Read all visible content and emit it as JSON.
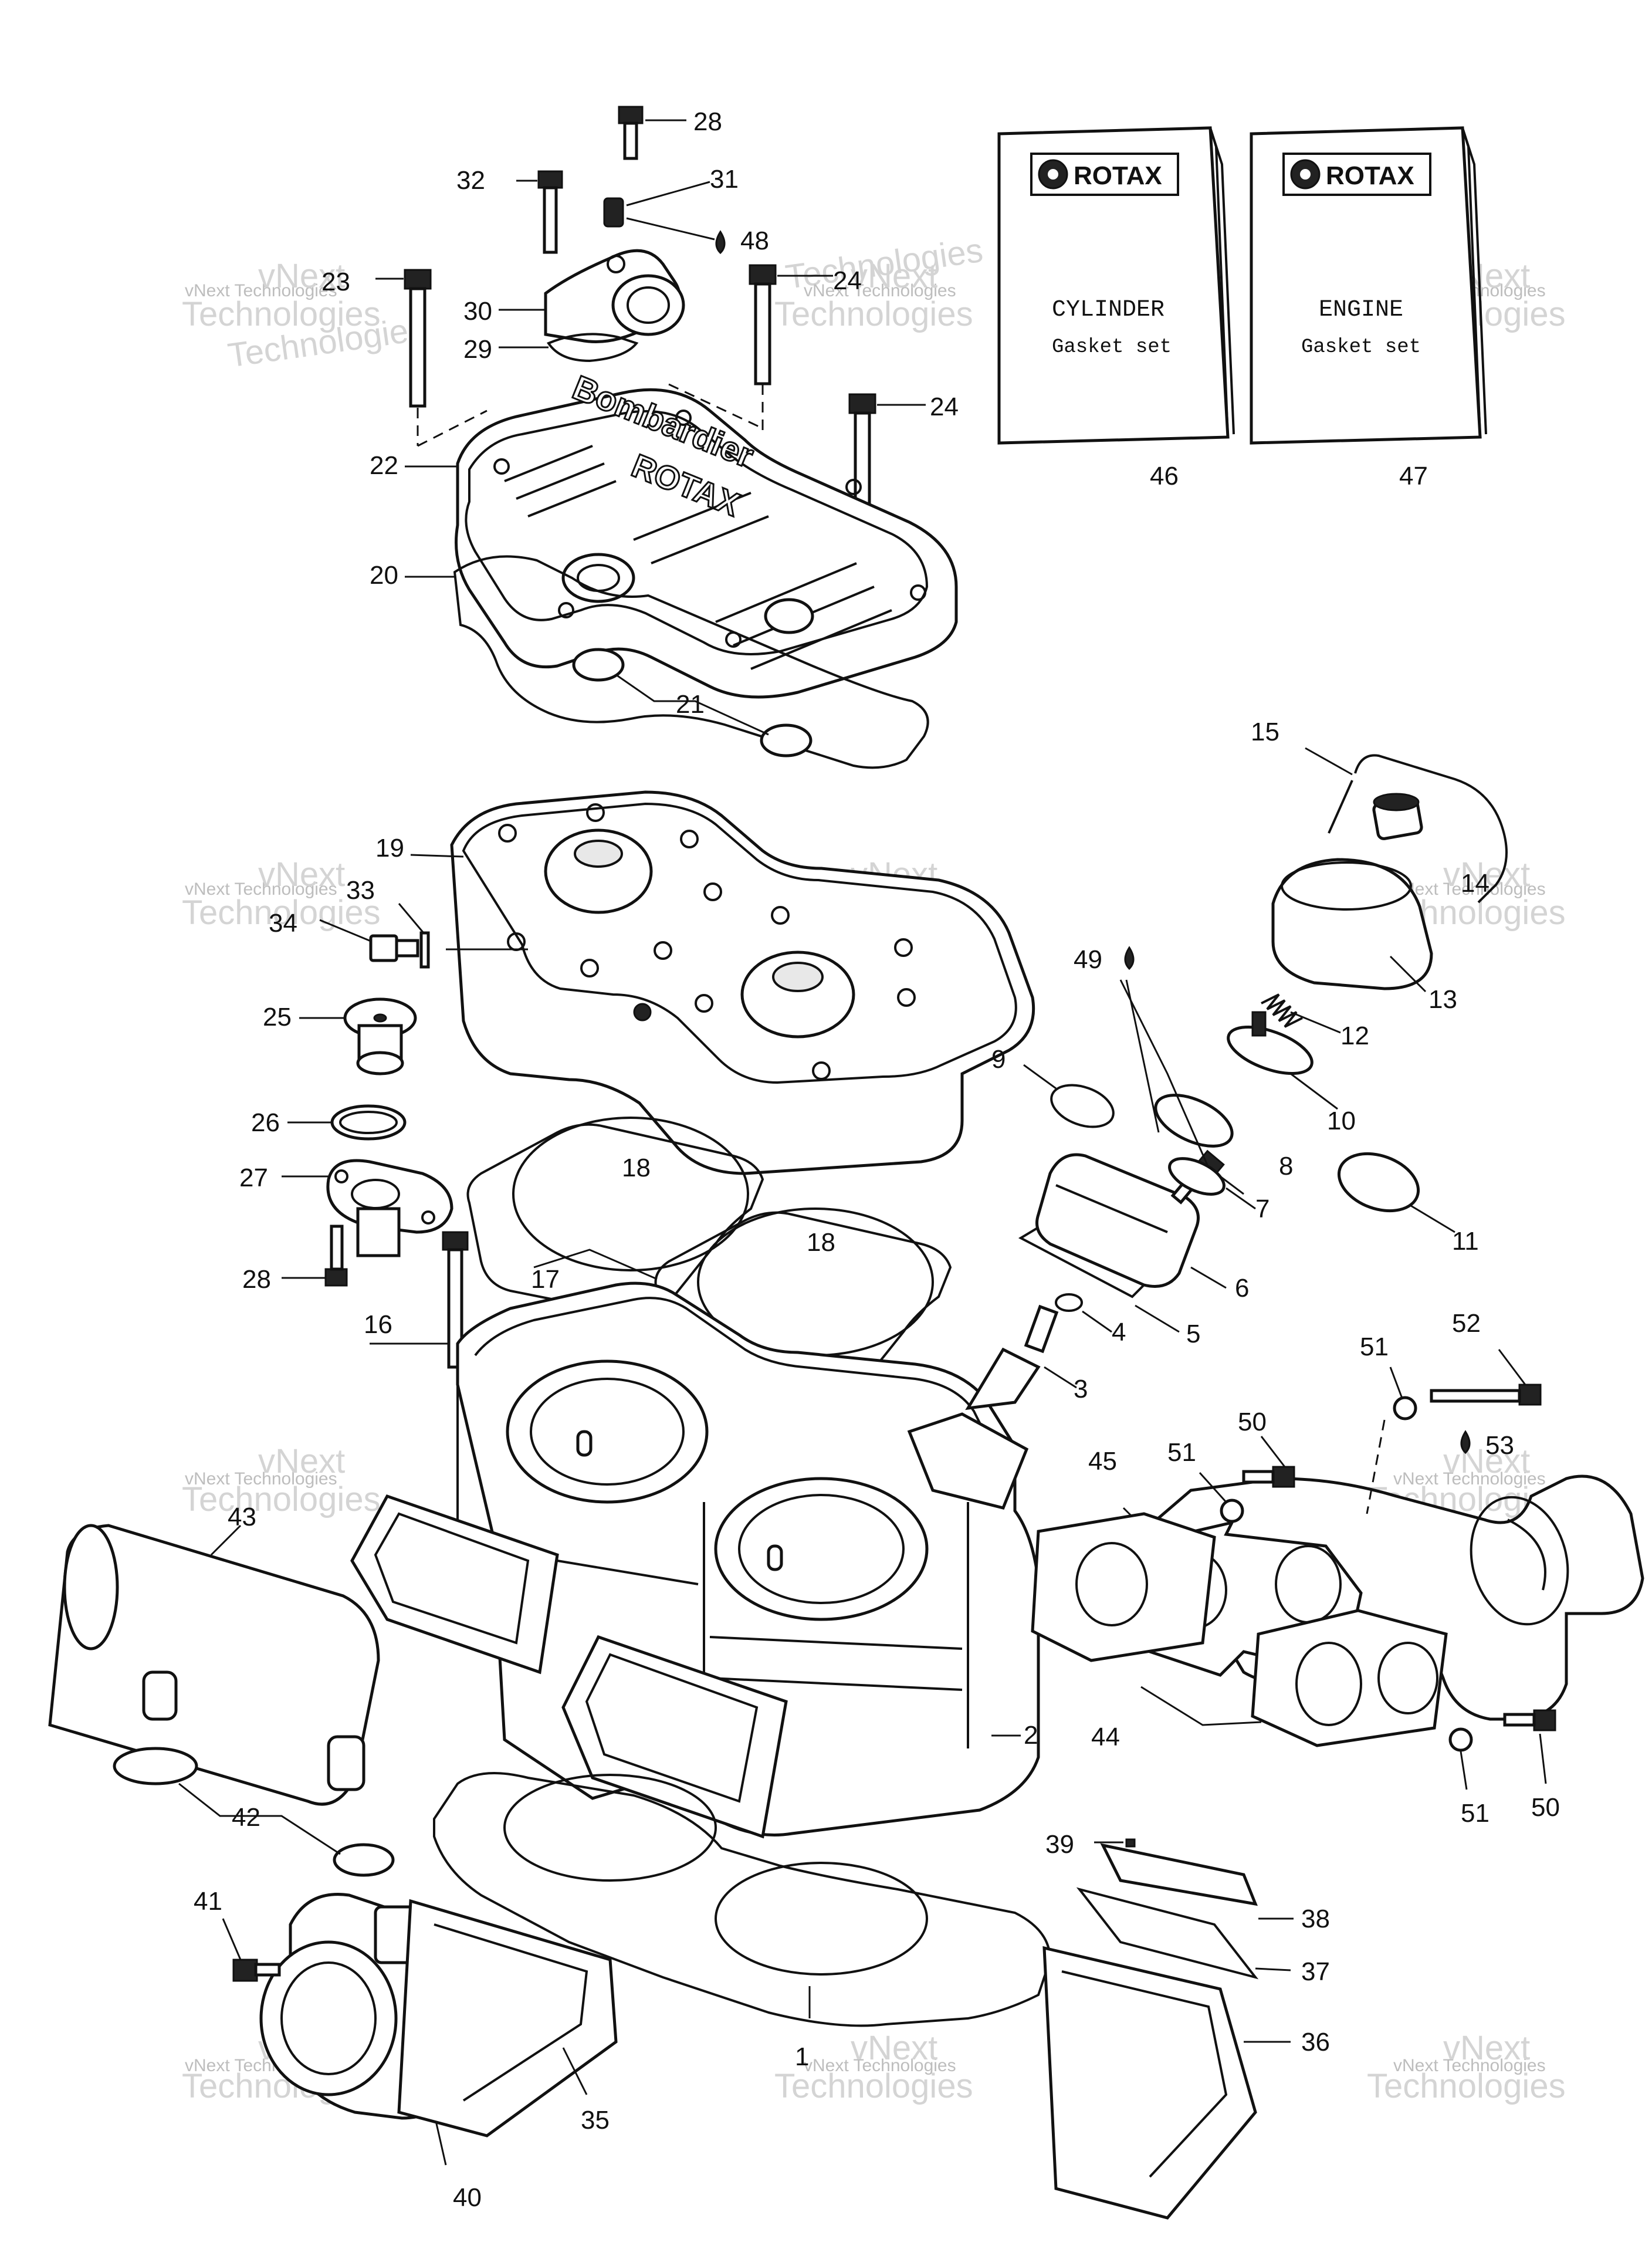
{
  "manuals": [
    {
      "brand": "ROTAX",
      "line1": "CYLINDER",
      "line2": "Gasket set",
      "number": "46"
    },
    {
      "brand": "ROTAX",
      "line1": "ENGINE",
      "line2": "Gasket set",
      "number": "47"
    }
  ],
  "callouts": [
    "1",
    "2",
    "3",
    "4",
    "5",
    "6",
    "7",
    "8",
    "9",
    "10",
    "11",
    "12",
    "13",
    "14",
    "15",
    "16",
    "17",
    "18",
    "19",
    "20",
    "21",
    "22",
    "23",
    "24",
    "25",
    "26",
    "27",
    "28",
    "29",
    "30",
    "31",
    "32",
    "33",
    "34",
    "35",
    "36",
    "37",
    "38",
    "39",
    "40",
    "41",
    "42",
    "43",
    "44",
    "45",
    "48",
    "49",
    "50",
    "51",
    "52",
    "53"
  ],
  "cylinder_head_text": [
    "Bombardier",
    "ROTAX"
  ],
  "watermark": {
    "line1": "vNext Technologies",
    "line2_a": "vNext",
    "line2_b": "Technologies"
  },
  "icons": [
    "oil-drop-icon",
    "rotax-gear-logo-icon"
  ]
}
